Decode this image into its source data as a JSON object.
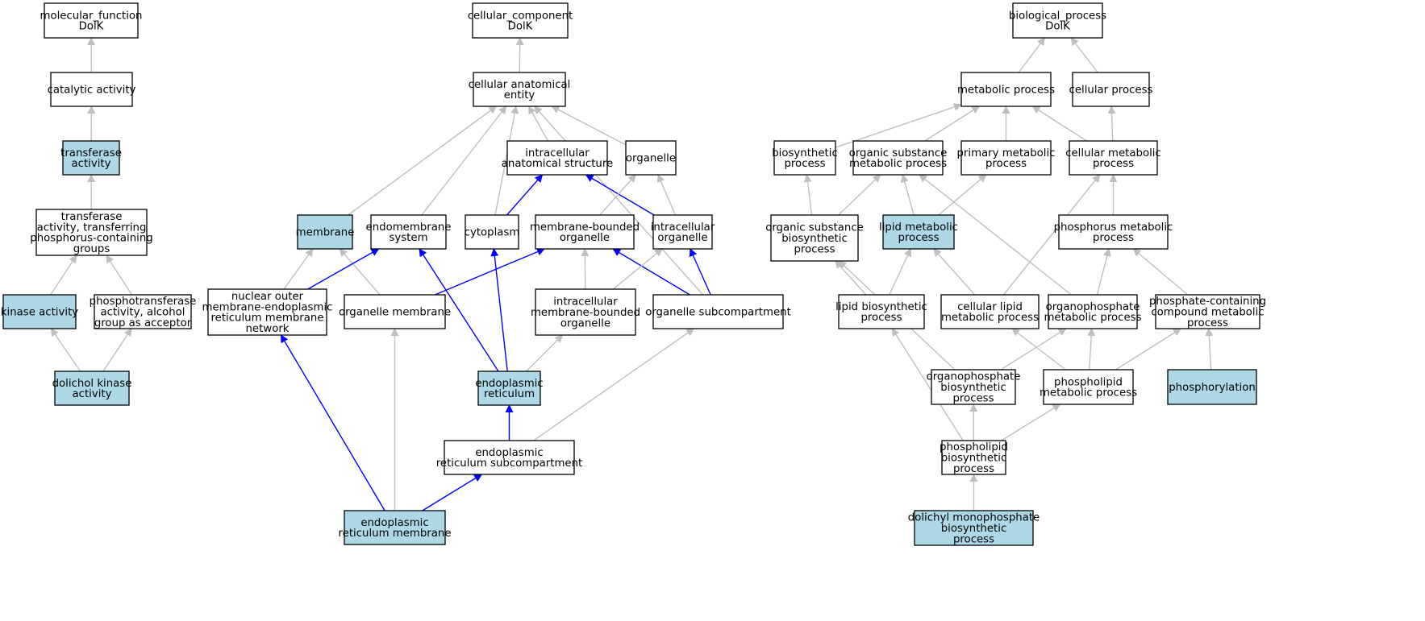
{
  "colors": {
    "highlight_fill": "#add8e6",
    "normal_fill": "#ffffff",
    "border": "#000000",
    "path_edge": "#0000ff",
    "other_edge": "#bfbfbf"
  },
  "nodes": [
    {
      "id": "mf",
      "lines": [
        "molecular_function",
        "DolK"
      ],
      "highlight": false
    },
    {
      "id": "cat",
      "lines": [
        "catalytic activity"
      ],
      "highlight": false
    },
    {
      "id": "transf",
      "lines": [
        "transferase",
        "activity"
      ],
      "highlight": true
    },
    {
      "id": "transfP",
      "lines": [
        "transferase",
        "activity, transferring",
        "phosphorus-containing",
        "groups"
      ],
      "highlight": false
    },
    {
      "id": "kinase",
      "lines": [
        "kinase activity"
      ],
      "highlight": true
    },
    {
      "id": "phosphotr",
      "lines": [
        "phosphotransferase",
        "activity, alcohol",
        "group as acceptor"
      ],
      "highlight": false
    },
    {
      "id": "dolK",
      "lines": [
        "dolichol kinase",
        "activity"
      ],
      "highlight": true
    },
    {
      "id": "cc",
      "lines": [
        "cellular_component",
        "DolK"
      ],
      "highlight": false
    },
    {
      "id": "cae",
      "lines": [
        "cellular anatomical",
        "entity"
      ],
      "highlight": false
    },
    {
      "id": "ias",
      "lines": [
        "intracellular",
        "anatomical structure"
      ],
      "highlight": false
    },
    {
      "id": "organelle",
      "lines": [
        "organelle"
      ],
      "highlight": false
    },
    {
      "id": "membrane",
      "lines": [
        "membrane"
      ],
      "highlight": true
    },
    {
      "id": "endomem",
      "lines": [
        "endomembrane",
        "system"
      ],
      "highlight": false
    },
    {
      "id": "cytoplasm",
      "lines": [
        "cytoplasm"
      ],
      "highlight": false
    },
    {
      "id": "mbo",
      "lines": [
        "membrane-bounded",
        "organelle"
      ],
      "highlight": false
    },
    {
      "id": "io",
      "lines": [
        "intracellular",
        "organelle"
      ],
      "highlight": false
    },
    {
      "id": "nuclear",
      "lines": [
        "nuclear outer",
        "membrane-endoplasmic",
        "reticulum membrane",
        "network"
      ],
      "highlight": false
    },
    {
      "id": "orgmem",
      "lines": [
        "organelle membrane"
      ],
      "highlight": false
    },
    {
      "id": "imbo",
      "lines": [
        "intracellular",
        "membrane-bounded",
        "organelle"
      ],
      "highlight": false
    },
    {
      "id": "orgsub",
      "lines": [
        "organelle subcompartment"
      ],
      "highlight": false
    },
    {
      "id": "er",
      "lines": [
        "endoplasmic",
        "reticulum"
      ],
      "highlight": true
    },
    {
      "id": "ersub",
      "lines": [
        "endoplasmic",
        "reticulum subcompartment"
      ],
      "highlight": false
    },
    {
      "id": "erm",
      "lines": [
        "endoplasmic",
        "reticulum membrane"
      ],
      "highlight": true
    },
    {
      "id": "bp",
      "lines": [
        "biological_process",
        "DolK"
      ],
      "highlight": false
    },
    {
      "id": "metab",
      "lines": [
        "metabolic process"
      ],
      "highlight": false
    },
    {
      "id": "cellp",
      "lines": [
        "cellular process"
      ],
      "highlight": false
    },
    {
      "id": "biosyn",
      "lines": [
        "biosynthetic",
        "process"
      ],
      "highlight": false
    },
    {
      "id": "osmp",
      "lines": [
        "organic substance",
        "metabolic process"
      ],
      "highlight": false
    },
    {
      "id": "pmp",
      "lines": [
        "primary metabolic",
        "process"
      ],
      "highlight": false
    },
    {
      "id": "cmp",
      "lines": [
        "cellular metabolic",
        "process"
      ],
      "highlight": false
    },
    {
      "id": "osbp",
      "lines": [
        "organic substance",
        "biosynthetic",
        "process"
      ],
      "highlight": false
    },
    {
      "id": "lmp",
      "lines": [
        "lipid metabolic",
        "process"
      ],
      "highlight": true
    },
    {
      "id": "phmp",
      "lines": [
        "phosphorus metabolic",
        "process"
      ],
      "highlight": false
    },
    {
      "id": "lbp",
      "lines": [
        "lipid biosynthetic",
        "process"
      ],
      "highlight": false
    },
    {
      "id": "clmp",
      "lines": [
        "cellular lipid",
        "metabolic process"
      ],
      "highlight": false
    },
    {
      "id": "opmp",
      "lines": [
        "organophosphate",
        "metabolic process"
      ],
      "highlight": false
    },
    {
      "id": "pccmp",
      "lines": [
        "phosphate-containing",
        "compound metabolic",
        "process"
      ],
      "highlight": false
    },
    {
      "id": "opbp",
      "lines": [
        "organophosphate",
        "biosynthetic",
        "process"
      ],
      "highlight": false
    },
    {
      "id": "plmp",
      "lines": [
        "phospholipid",
        "metabolic process"
      ],
      "highlight": false
    },
    {
      "id": "phosph",
      "lines": [
        "phosphorylation"
      ],
      "highlight": true
    },
    {
      "id": "plbp",
      "lines": [
        "phospholipid",
        "biosynthetic",
        "process"
      ],
      "highlight": false
    },
    {
      "id": "dmbp",
      "lines": [
        "dolichyl monophosphate",
        "biosynthetic",
        "process"
      ],
      "highlight": true
    }
  ],
  "edges": [
    {
      "from": "cat",
      "to": "mf",
      "kind": "other"
    },
    {
      "from": "transf",
      "to": "cat",
      "kind": "other"
    },
    {
      "from": "transfP",
      "to": "transf",
      "kind": "other"
    },
    {
      "from": "kinase",
      "to": "transfP",
      "kind": "other"
    },
    {
      "from": "phosphotr",
      "to": "transfP",
      "kind": "other"
    },
    {
      "from": "dolK",
      "to": "kinase",
      "kind": "other"
    },
    {
      "from": "dolK",
      "to": "phosphotr",
      "kind": "other"
    },
    {
      "from": "cae",
      "to": "cc",
      "kind": "other"
    },
    {
      "from": "ias",
      "to": "cae",
      "kind": "other"
    },
    {
      "from": "organelle",
      "to": "cae",
      "kind": "other"
    },
    {
      "from": "membrane",
      "to": "cae",
      "kind": "other"
    },
    {
      "from": "endomem",
      "to": "cae",
      "kind": "other"
    },
    {
      "from": "cytoplasm",
      "to": "cae",
      "kind": "other"
    },
    {
      "from": "orgsub",
      "to": "cae",
      "kind": "other"
    },
    {
      "from": "cytoplasm",
      "to": "ias",
      "kind": "path"
    },
    {
      "from": "io",
      "to": "ias",
      "kind": "path"
    },
    {
      "from": "mbo",
      "to": "organelle",
      "kind": "other"
    },
    {
      "from": "io",
      "to": "organelle",
      "kind": "other"
    },
    {
      "from": "nuclear",
      "to": "membrane",
      "kind": "other"
    },
    {
      "from": "orgmem",
      "to": "membrane",
      "kind": "other"
    },
    {
      "from": "nuclear",
      "to": "endomem",
      "kind": "path"
    },
    {
      "from": "er",
      "to": "endomem",
      "kind": "path"
    },
    {
      "from": "er",
      "to": "cytoplasm",
      "kind": "path"
    },
    {
      "from": "orgmem",
      "to": "mbo",
      "kind": "path"
    },
    {
      "from": "imbo",
      "to": "mbo",
      "kind": "other"
    },
    {
      "from": "orgsub",
      "to": "mbo",
      "kind": "path"
    },
    {
      "from": "imbo",
      "to": "io",
      "kind": "other"
    },
    {
      "from": "orgsub",
      "to": "io",
      "kind": "path"
    },
    {
      "from": "er",
      "to": "imbo",
      "kind": "other"
    },
    {
      "from": "ersub",
      "to": "er",
      "kind": "path"
    },
    {
      "from": "ersub",
      "to": "orgsub",
      "kind": "other"
    },
    {
      "from": "erm",
      "to": "nuclear",
      "kind": "path"
    },
    {
      "from": "erm",
      "to": "orgmem",
      "kind": "other"
    },
    {
      "from": "erm",
      "to": "ersub",
      "kind": "path"
    },
    {
      "from": "metab",
      "to": "bp",
      "kind": "other"
    },
    {
      "from": "cellp",
      "to": "bp",
      "kind": "other"
    },
    {
      "from": "biosyn",
      "to": "metab",
      "kind": "other"
    },
    {
      "from": "osmp",
      "to": "metab",
      "kind": "other"
    },
    {
      "from": "pmp",
      "to": "metab",
      "kind": "other"
    },
    {
      "from": "cmp",
      "to": "metab",
      "kind": "other"
    },
    {
      "from": "cmp",
      "to": "cellp",
      "kind": "other"
    },
    {
      "from": "osbp",
      "to": "biosyn",
      "kind": "other"
    },
    {
      "from": "osbp",
      "to": "osmp",
      "kind": "other"
    },
    {
      "from": "lmp",
      "to": "osmp",
      "kind": "other"
    },
    {
      "from": "lmp",
      "to": "pmp",
      "kind": "other"
    },
    {
      "from": "opmp",
      "to": "osmp",
      "kind": "other"
    },
    {
      "from": "clmp",
      "to": "cmp",
      "kind": "other"
    },
    {
      "from": "phmp",
      "to": "cmp",
      "kind": "other"
    },
    {
      "from": "lbp",
      "to": "osbp",
      "kind": "other"
    },
    {
      "from": "lbp",
      "to": "lmp",
      "kind": "other"
    },
    {
      "from": "clmp",
      "to": "lmp",
      "kind": "other"
    },
    {
      "from": "opmp",
      "to": "phmp",
      "kind": "other"
    },
    {
      "from": "pccmp",
      "to": "phmp",
      "kind": "other"
    },
    {
      "from": "opbp",
      "to": "osbp",
      "kind": "other"
    },
    {
      "from": "opbp",
      "to": "opmp",
      "kind": "other"
    },
    {
      "from": "plmp",
      "to": "clmp",
      "kind": "other"
    },
    {
      "from": "plmp",
      "to": "opmp",
      "kind": "other"
    },
    {
      "from": "plmp",
      "to": "pccmp",
      "kind": "other"
    },
    {
      "from": "phosph",
      "to": "pccmp",
      "kind": "other"
    },
    {
      "from": "plbp",
      "to": "lbp",
      "kind": "other"
    },
    {
      "from": "plbp",
      "to": "opbp",
      "kind": "other"
    },
    {
      "from": "plbp",
      "to": "plmp",
      "kind": "other"
    },
    {
      "from": "dmbp",
      "to": "plbp",
      "kind": "other"
    }
  ]
}
